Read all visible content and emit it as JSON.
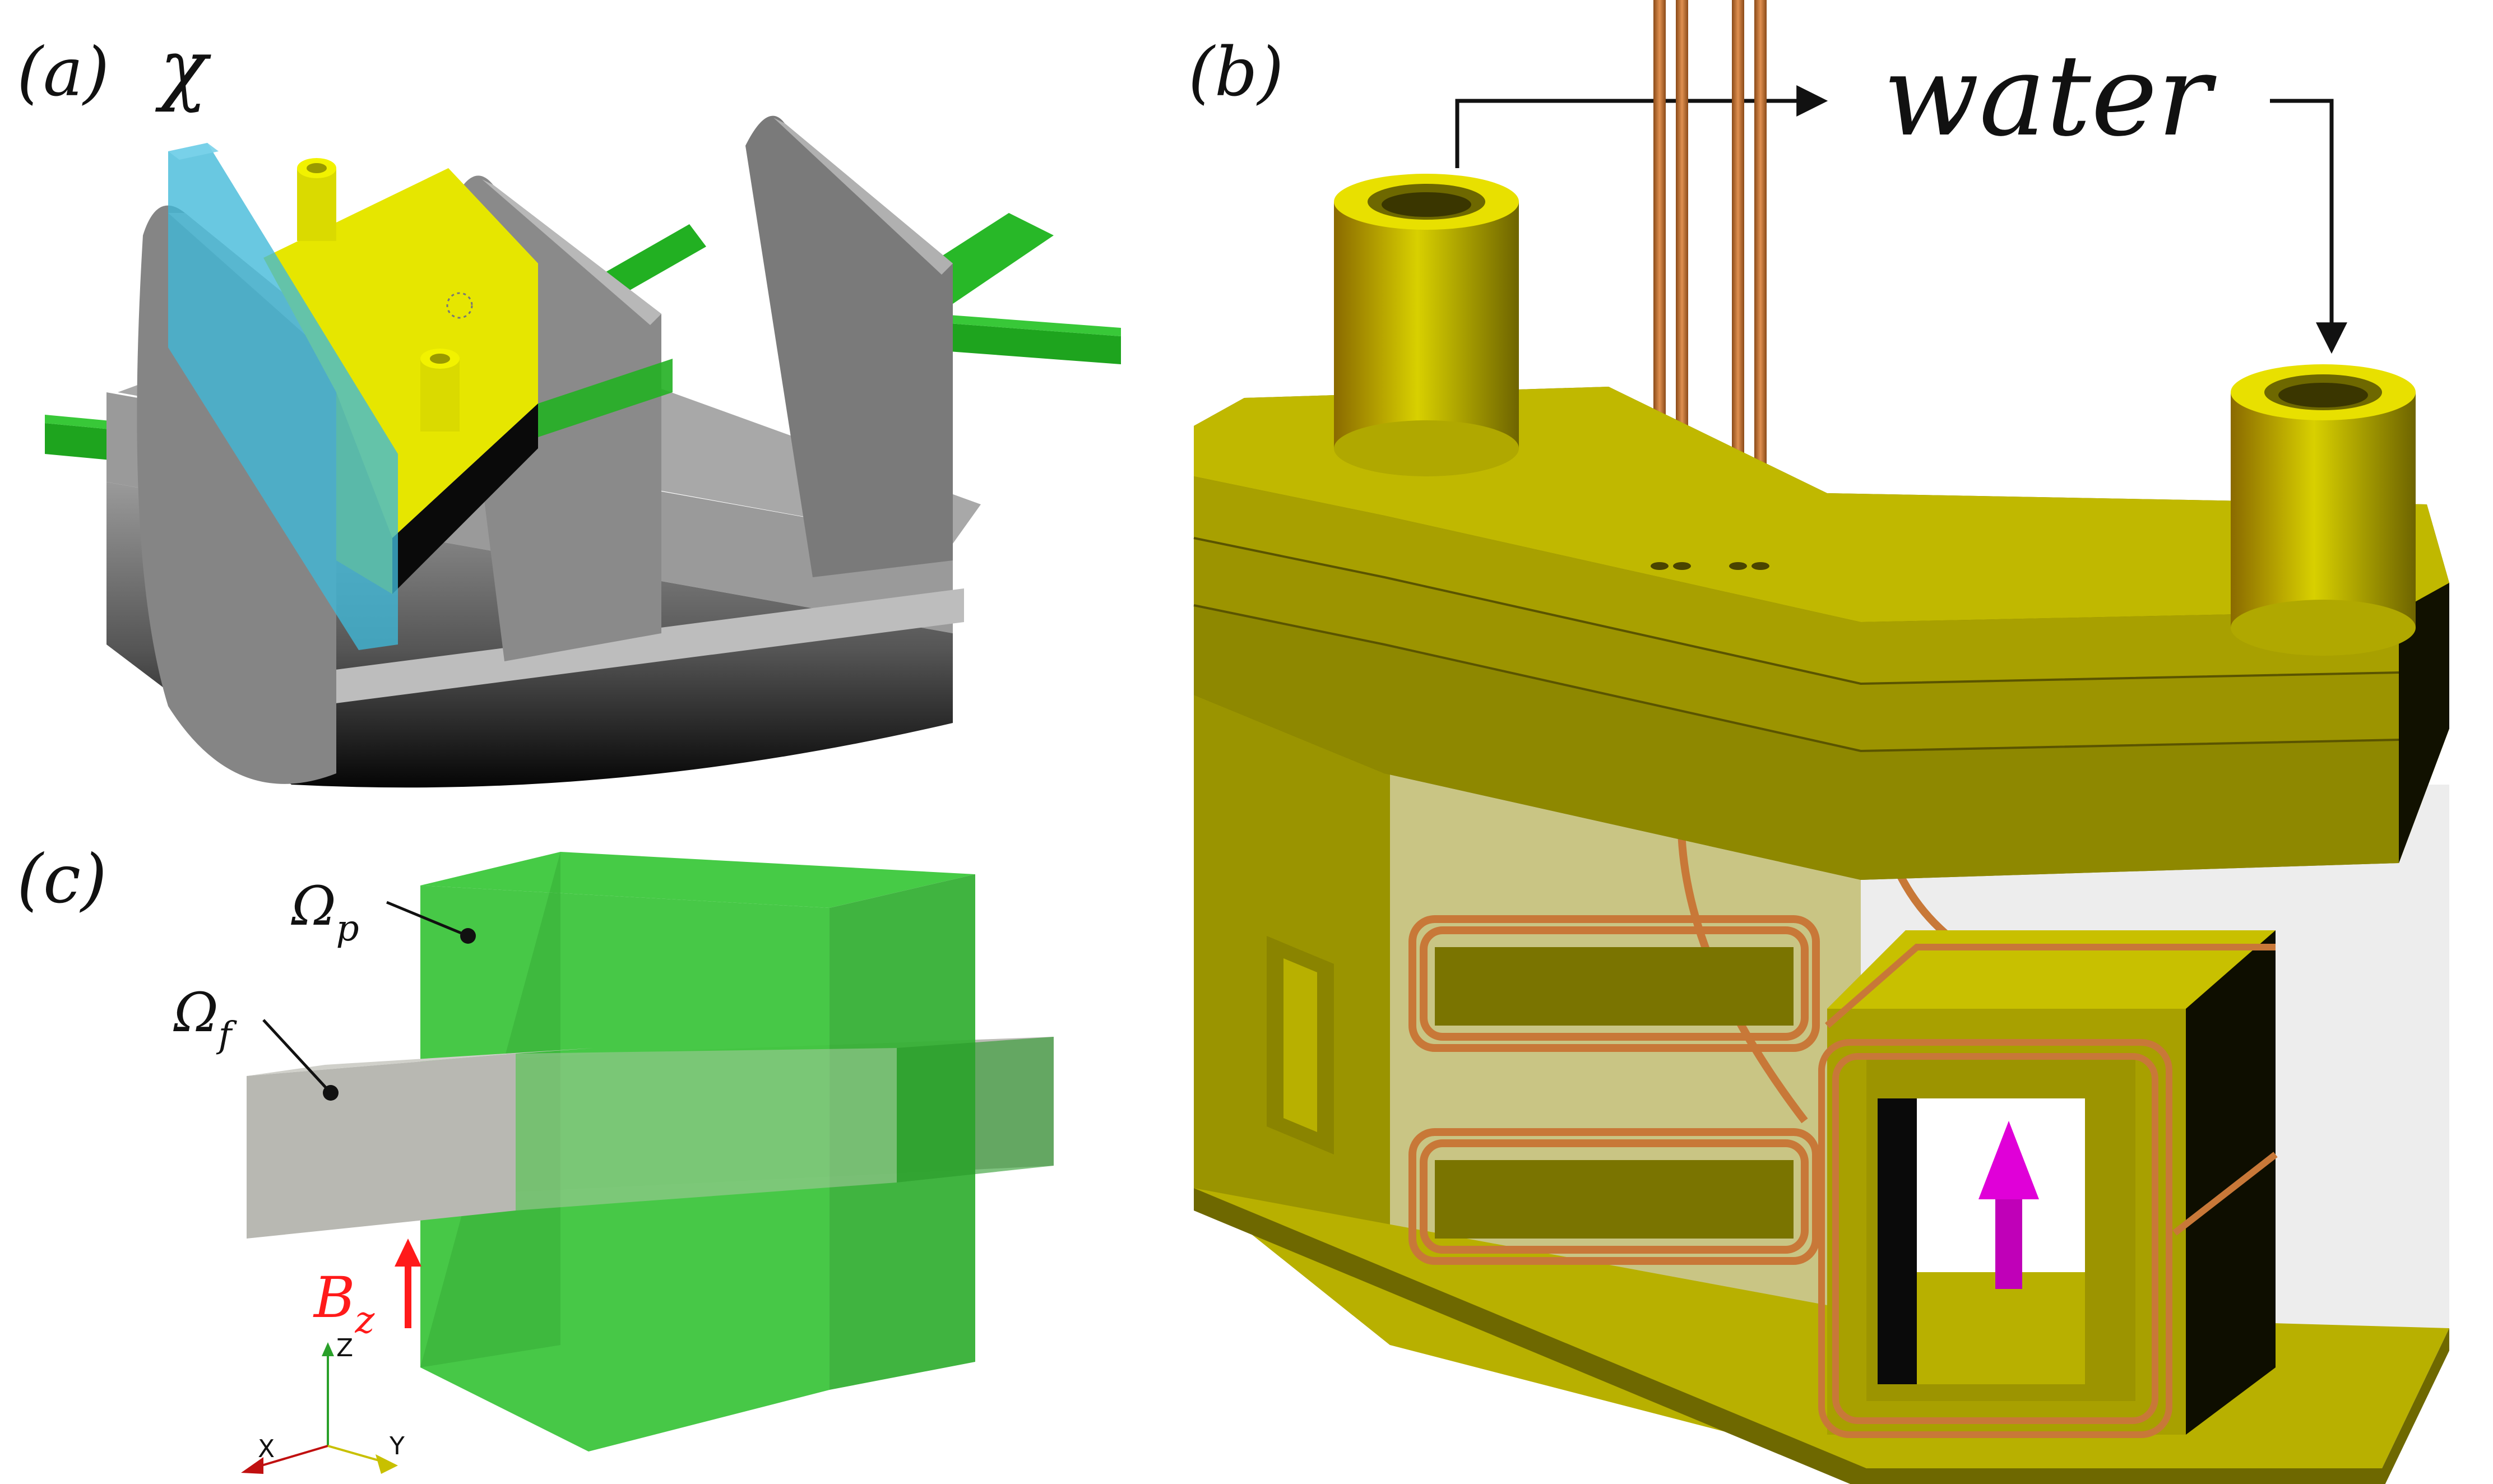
{
  "figure": {
    "panel_a": {
      "label": "(a)",
      "symbol_chi": "χ"
    },
    "panel_b": {
      "label": "(b)",
      "water_label": "water"
    },
    "panel_c": {
      "label": "(c)",
      "omega_p": "Ω",
      "omega_p_sub": "p",
      "omega_f": "Ω",
      "omega_f_sub": "f",
      "field_label": "B",
      "field_sub": "z",
      "axis_z": "Z",
      "axis_x": "X",
      "axis_y": "Y"
    }
  },
  "colors": {
    "gray_housing": "#8c8c8c",
    "yellow_part": "#dede00",
    "green_channel": "#22b022",
    "cyan_plane": "#3fb8d9",
    "olive_housing": "#a8a000",
    "copper_coil": "#c87838",
    "magenta_arrow": "#d000c8",
    "green_box": "#3cc83c",
    "gray_fluid": "#bcbcb6",
    "red_field": "#ff1a1a"
  }
}
